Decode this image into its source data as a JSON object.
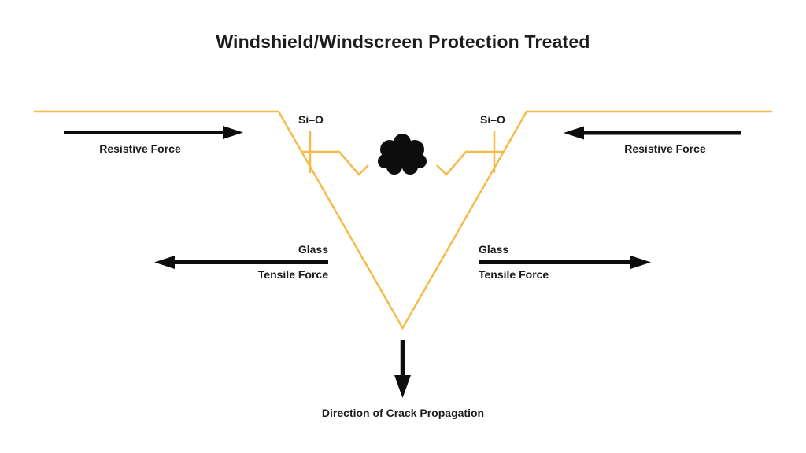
{
  "title": "Windshield/Windscreen Protection Treated",
  "colors": {
    "crack_line": "#F6BA4A",
    "arrow": "#0D0D0D",
    "text": "#1C1C1C",
    "background": "#FFFFFF"
  },
  "labels": {
    "bond_left": "Si–O",
    "bond_right": "Si–O",
    "resistive_force_left": "Resistive Force",
    "resistive_force_right": "Resistive Force",
    "glass_left": "Glass",
    "tensile_force_left": "Tensile Force",
    "glass_right": "Glass",
    "tensile_force_right": "Tensile Force",
    "crack_direction": "Direction of Crack Propagation"
  }
}
